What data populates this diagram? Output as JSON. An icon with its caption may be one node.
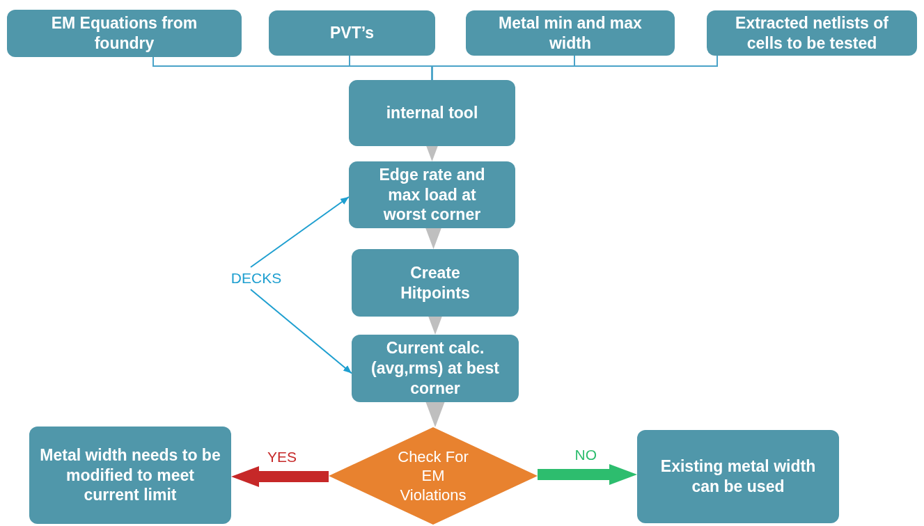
{
  "diagram": {
    "nodes": [
      {
        "text": [
          "EM Equations from foundry"
        ]
      },
      {
        "text": [
          "PVT’s"
        ]
      },
      {
        "text": [
          "Metal min and max width"
        ]
      },
      {
        "text": [
          "Extracted netlists of cells to be tested"
        ]
      },
      {
        "text": [
          "internal tool"
        ]
      },
      {
        "text": [
          "Edge rate and max load at worst corner"
        ]
      },
      {
        "text": [
          "Create Hitpoints"
        ]
      },
      {
        "text": [
          "Current calc.(avg,rms) at best corner"
        ]
      },
      {
        "text": [
          "Check For EM Violations"
        ]
      },
      {
        "text": [
          "Metal width needs to be modified to meet current limit"
        ]
      },
      {
        "text": [
          "Existing metal width can be used"
        ]
      },
      {
        "text": [
          "DECKS"
        ]
      }
    ],
    "edges": [
      {
        "from": 0,
        "to": 4,
        "arrow": "none",
        "color": "#4aa3c8"
      },
      {
        "from": 1,
        "to": 4,
        "arrow": "none",
        "color": "#4aa3c8"
      },
      {
        "from": 2,
        "to": 4,
        "arrow": "none",
        "color": "#4aa3c8"
      },
      {
        "from": 3,
        "to": 4,
        "arrow": "none",
        "color": "#4aa3c8"
      },
      {
        "from": 4,
        "to": 5,
        "arrow": "to",
        "style": "thick",
        "color": "#bfbfbf"
      },
      {
        "from": 5,
        "to": 6,
        "arrow": "to",
        "style": "thick",
        "color": "#bfbfbf"
      },
      {
        "from": 6,
        "to": 7,
        "arrow": "to",
        "style": "thick",
        "color": "#bfbfbf"
      },
      {
        "from": 7,
        "to": 8,
        "arrow": "to",
        "style": "thick",
        "color": "#bfbfbf"
      },
      {
        "from": 8,
        "to": 9,
        "arrow": "to",
        "label": "YES",
        "style": "thick",
        "color": "#c62828"
      },
      {
        "from": 8,
        "to": 10,
        "arrow": "to",
        "label": "NO",
        "style": "thick",
        "color": "#2dbd6e"
      },
      {
        "from": 11,
        "to": 5,
        "arrow": "to",
        "color": "#1e9fd0"
      },
      {
        "from": 11,
        "to": 7,
        "arrow": "to",
        "color": "#1e9fd0"
      }
    ]
  }
}
